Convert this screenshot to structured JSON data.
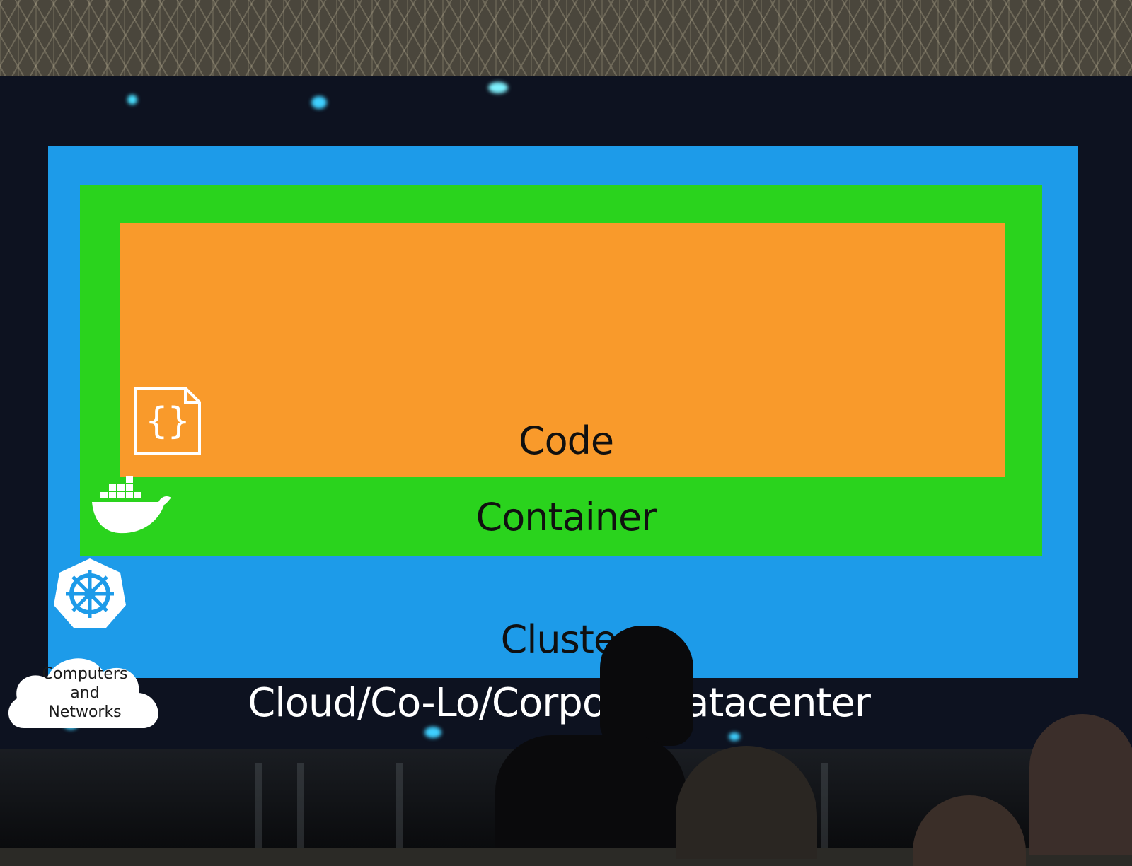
{
  "slide": {
    "layers": {
      "code": "Code",
      "container": "Container",
      "cluster": "Cluster"
    },
    "bottom_label": "Cloud/Co-Lo/Corpor",
    "bottom_label_tail": "atacenter",
    "cloud_lines": [
      "Computers",
      "and",
      "Networks"
    ]
  },
  "colors": {
    "cluster": "#1d9be9",
    "container": "#2ad31d",
    "code": "#f99a2b",
    "screen_bg": "#0d1220"
  },
  "icons": [
    "code-file-icon",
    "docker-whale-icon",
    "kubernetes-helm-icon",
    "cloud-icon"
  ]
}
